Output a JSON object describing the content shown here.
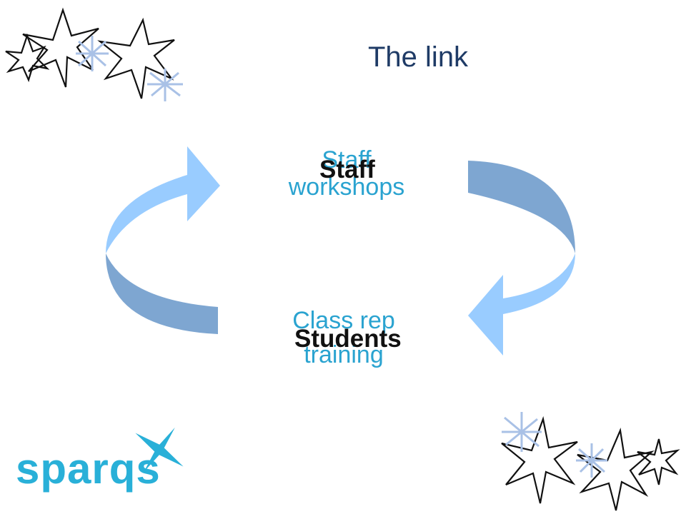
{
  "slide": {
    "title": "The link",
    "cycle": {
      "top_label_blue": [
        "Staff",
        "workshops"
      ],
      "top_label_bold": "Staff",
      "bottom_label_blue": [
        "Class rep",
        "training"
      ],
      "bottom_label_bold": "Students"
    },
    "logo": {
      "text": "sparqs"
    }
  },
  "colors": {
    "title": "#1f3b66",
    "label_blue": "#2aa3d0",
    "arrow_light": "#99ccff",
    "arrow_dark": "#7ea6d1",
    "logo": "#29b0d8",
    "star_outline": "#111111",
    "star_light": "#a9c1e6"
  },
  "decorations": {
    "stars_top_left": "star-cluster",
    "stars_bottom_right": "star-cluster",
    "logo_sparkle": "sparkle-icon"
  }
}
